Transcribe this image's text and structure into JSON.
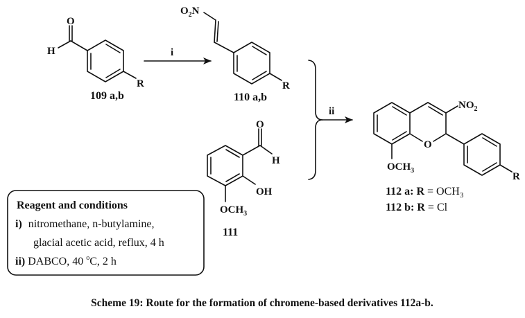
{
  "caption": "Scheme 19: Route for the formation of chromene-based derivatives 112a-b.",
  "compounds": {
    "c109": {
      "label": "109 a,b",
      "atoms": {
        "O": "O",
        "H": "H",
        "R": "R"
      }
    },
    "c110": {
      "label": "110 a,b",
      "atoms": {
        "nitro_O": "O",
        "nitro_sub": "2",
        "nitro_N": "N",
        "R": "R"
      }
    },
    "c111": {
      "label": "111",
      "atoms": {
        "O": "O",
        "H": "H",
        "OH": "OH",
        "OCH3_main": "OCH",
        "OCH3_sub": "3"
      }
    },
    "c112": {
      "atoms": {
        "NO2_main": "NO",
        "NO2_sub": "2",
        "ring_O": "O",
        "OCH3_main": "OCH",
        "OCH3_sub": "3",
        "R": "R"
      },
      "variants": [
        {
          "id": "112 a:",
          "r_label": "R",
          "eq": " = ",
          "value_main": "OCH",
          "value_sub": "3"
        },
        {
          "id": "112 b:",
          "r_label": "R",
          "eq": " = ",
          "value_main": "Cl",
          "value_sub": ""
        }
      ]
    }
  },
  "steps": {
    "step1": "i",
    "step2": "ii"
  },
  "conditions": {
    "title": "Reagent and conditions",
    "items": [
      {
        "marker": "i)",
        "lines": [
          "nitromethane, n-butylamine,",
          "glacial acetic acid, reflux, 4 h"
        ]
      },
      {
        "marker": "ii)",
        "text_before": "DABCO, 40 ",
        "degree": "o",
        "text_after": "C, 2 h"
      }
    ]
  }
}
